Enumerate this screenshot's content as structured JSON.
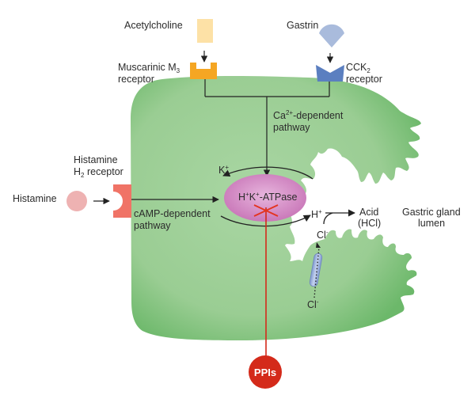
{
  "title": "Parietal cell acid secretion and PPI mechanism",
  "colors": {
    "cell": "#7cc27c",
    "cell_light": "#a9d6a3",
    "cell_dark": "#5fae5f",
    "acetylcholine": "#fde1a6",
    "muscarinic_receptor": "#f5a623",
    "gastrin": "#a9bbdc",
    "cck2_receptor": "#5b7fc0",
    "histamine": "#eeb2b2",
    "h2_receptor": "#f07366",
    "atpase": "#d98fc9",
    "ppi": "#d42a1a",
    "channel": "#9db4e0",
    "line": "#222222"
  },
  "ligands": {
    "acetylcholine": {
      "label": "Acetylcholine"
    },
    "gastrin": {
      "label": "Gastrin"
    },
    "histamine": {
      "label": "Histamine"
    }
  },
  "receptors": {
    "muscarinic": {
      "line1": "Muscarinic M",
      "sub": "3",
      "line2": "receptor"
    },
    "cck2": {
      "line1": "CCK",
      "sub": "2",
      "line2": "receptor"
    },
    "h2": {
      "line0": "Histamine",
      "line1": "H",
      "sub": "2",
      "line1_rest": " receptor"
    }
  },
  "pathways": {
    "calcium": {
      "pre": "Ca",
      "sup": "2+",
      "post": "-dependent",
      "line2": "pathway"
    },
    "camp": {
      "line1": "cAMP-dependent",
      "line2": "pathway"
    }
  },
  "pump": {
    "p1": "H",
    "s1": "+",
    "p2": "K",
    "s2": "+",
    "p3": "-ATPase"
  },
  "ions": {
    "k": {
      "base": "K",
      "sup": "+"
    },
    "h": {
      "base": "H",
      "sup": "+"
    },
    "cl_lumen": {
      "base": "Cl",
      "sup": "-"
    },
    "cl_cell": {
      "base": "Cl",
      "sup": "-"
    }
  },
  "acid": {
    "line1": "Acid",
    "line2": "(HCl)"
  },
  "lumen": {
    "line1": "Gastric gland",
    "line2": "lumen"
  },
  "drug": {
    "label": "PPIs"
  }
}
